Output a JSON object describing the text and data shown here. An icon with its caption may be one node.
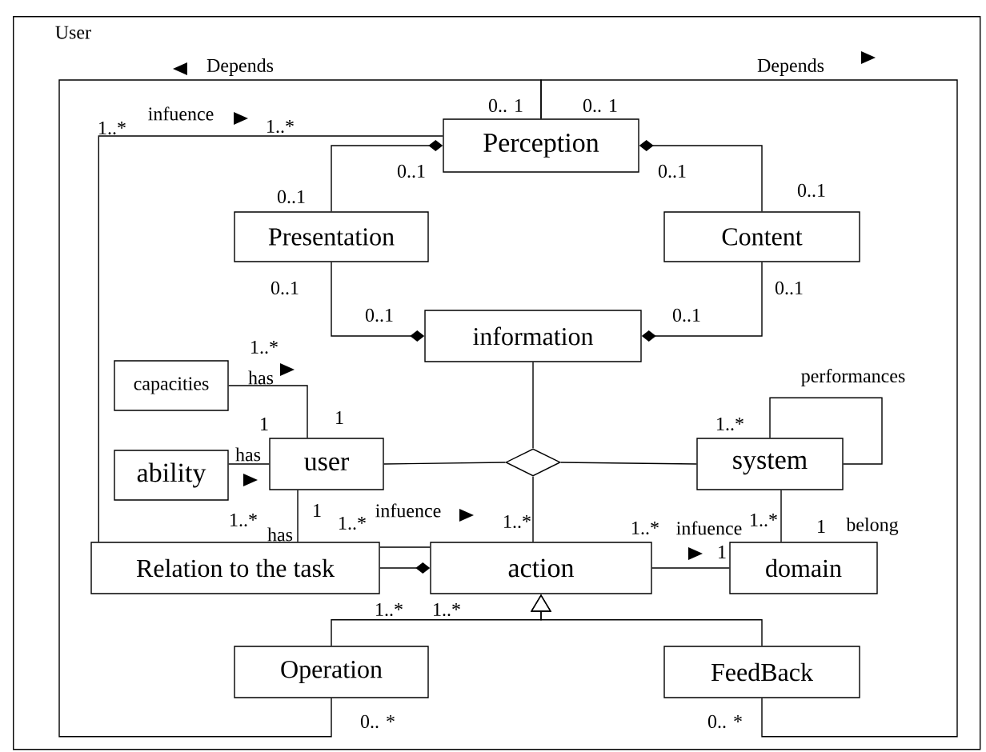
{
  "diagram": {
    "nodes": [
      {
        "text": [
          "User"
        ]
      },
      {
        "text": [
          "Perception"
        ],
        "in": 0
      },
      {
        "text": [
          "Presentation"
        ],
        "in": 0
      },
      {
        "text": [
          "Content"
        ],
        "in": 0
      },
      {
        "text": [
          "information"
        ],
        "in": 0
      },
      {
        "text": [
          "capacities"
        ],
        "in": 0
      },
      {
        "text": [
          "ability"
        ],
        "in": 0
      },
      {
        "text": [
          "user"
        ],
        "in": 0
      },
      {
        "text": [],
        "shape": "diamond",
        "in": 0
      },
      {
        "text": [
          "system"
        ],
        "in": 0
      },
      {
        "text": [
          "Relation to the task"
        ],
        "in": 0
      },
      {
        "text": [
          "action"
        ],
        "in": 0
      },
      {
        "text": [
          "domain"
        ],
        "in": 0
      },
      {
        "text": [
          "Operation"
        ],
        "in": 0
      },
      {
        "text": [
          "FeedBack"
        ],
        "in": 0
      }
    ],
    "edges": [
      {
        "from": 2,
        "to": 1,
        "arrow": "other"
      },
      {
        "from": 3,
        "to": 1,
        "arrow": "other"
      },
      {
        "from": 2,
        "to": 4,
        "arrow": "other"
      },
      {
        "from": 3,
        "to": 4,
        "arrow": "other"
      },
      {
        "from": 5,
        "to": 7,
        "arrow": "none",
        "label": "has"
      },
      {
        "from": 6,
        "to": 7,
        "arrow": "none",
        "label": "has"
      },
      {
        "from": 7,
        "to": 10,
        "arrow": "none",
        "label": "has"
      },
      {
        "from": 10,
        "to": 11,
        "arrow": "none",
        "label": "infuence"
      },
      {
        "from": 10,
        "to": 11,
        "arrow": "other"
      },
      {
        "from": 10,
        "to": 1,
        "arrow": "none",
        "label": "infuence"
      },
      {
        "from": 4,
        "to": 8,
        "arrow": "none"
      },
      {
        "from": 7,
        "to": 8,
        "arrow": "none"
      },
      {
        "from": 9,
        "to": 8,
        "arrow": "none"
      },
      {
        "from": 11,
        "to": 8,
        "arrow": "none"
      },
      {
        "from": 11,
        "to": 12,
        "arrow": "none",
        "label": "infuence"
      },
      {
        "from": 9,
        "to": 12,
        "arrow": "none",
        "label": "belong"
      },
      {
        "from": 9,
        "to": 9,
        "arrow": "none",
        "label": "performances"
      },
      {
        "from": 13,
        "to": 11,
        "arrow": "to"
      },
      {
        "from": 14,
        "to": 11,
        "arrow": "to"
      },
      {
        "from": 13,
        "to": 1,
        "arrow": "none",
        "label": "Depends"
      },
      {
        "from": 14,
        "to": 1,
        "arrow": "none",
        "label": "Depends"
      }
    ],
    "labels": [
      "0.. 1",
      "0.. 1",
      "1..*",
      "1..*",
      "0..1",
      "0..1",
      "0..1",
      "0..1",
      "0..1",
      "0..1",
      "0..1",
      "0..1",
      "1..*",
      "1",
      "1",
      "1..*",
      "1..*",
      "1",
      "1..*",
      "1..*",
      "1..*",
      "1..*",
      "1",
      "1",
      "1..*",
      "1..*",
      "0.. *",
      "0.. *"
    ]
  }
}
